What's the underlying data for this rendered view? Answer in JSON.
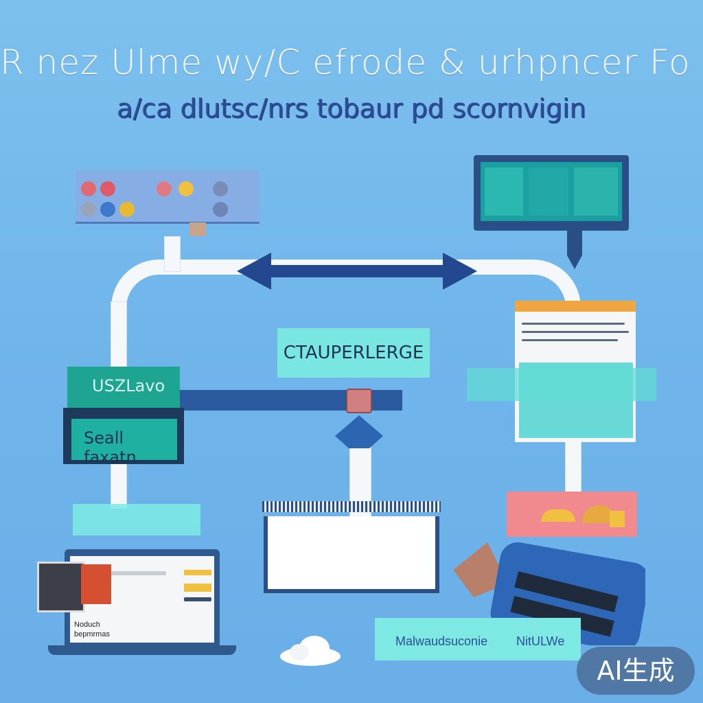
{
  "header": {
    "title": "R nez Ulme wy/C efrode  & urhpncer Fo E",
    "subtitle": "a/ca dlutsc/nrs tobaur pd scornvigin"
  },
  "nodes": {
    "center_label": "CTAUPERLERGE",
    "left_top_label": "USZLavo",
    "left_bottom_label": "Seall faxatn",
    "laptop_caption_line1": "Noduch",
    "laptop_caption_line2": "bepmrmas",
    "bottom_right_label_a": "Malwaudsuconie",
    "bottom_right_label_b": "NitULWe"
  },
  "badge": {
    "text": "AI生成"
  },
  "colors": {
    "background": "#6fb4ea",
    "navy": "#24488f",
    "teal": "#1ea592",
    "cyan": "#5ee0dc",
    "pink": "#f08a8e",
    "orange": "#f0a640"
  },
  "icons": [
    "monitor-icon",
    "laptop-icon",
    "printer-icon",
    "cloud-icon",
    "arrow-double-icon",
    "funnel-icon"
  ]
}
